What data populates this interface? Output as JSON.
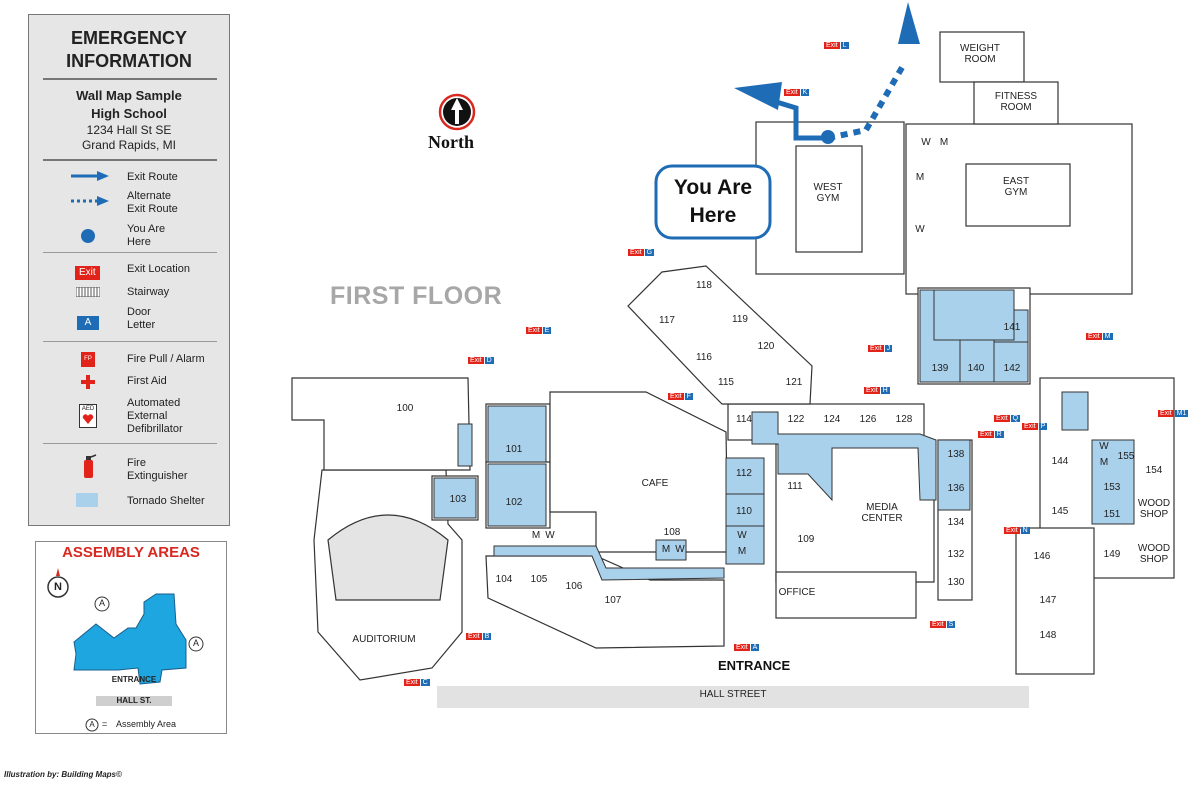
{
  "legend": {
    "title_line1": "EMERGENCY",
    "title_line2": "INFORMATION",
    "school_line1": "Wall Map Sample",
    "school_line2": "High School",
    "address_line1": "1234 Hall St SE",
    "address_line2": "Grand Rapids, MI",
    "items": {
      "exit_route": "Exit Route",
      "alternate_1": "Alternate",
      "alternate_2": "Exit Route",
      "you_are_1": "You Are",
      "you_are_2": "Here",
      "exit_location": "Exit Location",
      "exit_tag": "Exit",
      "stairway": "Stairway",
      "door_1": "Door",
      "door_2": "Letter",
      "door_tag": "A",
      "fire_pull": "Fire Pull / Alarm",
      "fire_pull_tag": "FP",
      "first_aid": "First Aid",
      "aed_1": "Automated",
      "aed_2": "External",
      "aed_3": "Defibrillator",
      "aed_tag": "AED",
      "ext_1": "Fire",
      "ext_2": "Extinguisher",
      "tornado": "Tornado Shelter"
    }
  },
  "assembly": {
    "title": "ASSEMBLY AREAS",
    "north": "N",
    "marker": "A",
    "entrance": "ENTRANCE",
    "street": "HALL ST.",
    "key_eq": "=",
    "key_label": "Assembly Area"
  },
  "map": {
    "floor": "FIRST FLOOR",
    "north": "North",
    "you_are_here_1": "You Are",
    "you_are_here_2": "Here",
    "entrance": "ENTRANCE",
    "street": "HALL STREET",
    "credit": "Illustration by: Building Maps©",
    "exit_word": "Exit"
  },
  "rooms": {
    "weight_1": "WEIGHT",
    "weight_2": "ROOM",
    "fitness_1": "FITNESS",
    "fitness_2": "ROOM",
    "west_gym_1": "WEST",
    "west_gym_2": "GYM",
    "east_gym_1": "EAST",
    "east_gym_2": "GYM",
    "media_1": "MEDIA",
    "media_2": "CENTER",
    "wood1_1": "WOOD",
    "wood1_2": "SHOP",
    "wood2_1": "WOOD",
    "wood2_2": "SHOP",
    "cafe": "CAFE",
    "office": "OFFICE",
    "auditorium": "AUDITORIUM",
    "w": "W",
    "m": "M",
    "r100": "100",
    "r101": "101",
    "r102": "102",
    "r103": "103",
    "r104": "104",
    "r105": "105",
    "r106": "106",
    "r107": "107",
    "r108": "108",
    "r109": "109",
    "r110": "110",
    "r111": "111",
    "r112": "112",
    "r114": "114",
    "r115": "115",
    "r116": "116",
    "r117": "117",
    "r118": "118",
    "r119": "119",
    "r120": "120",
    "r121": "121",
    "r122": "122",
    "r124": "124",
    "r126": "126",
    "r128": "128",
    "r130": "130",
    "r132": "132",
    "r134": "134",
    "r136": "136",
    "r138": "138",
    "r139": "139",
    "r140": "140",
    "r141": "141",
    "r142": "142",
    "r144": "144",
    "r145": "145",
    "r146": "146",
    "r147": "147",
    "r148": "148",
    "r149": "149",
    "r151": "151",
    "r153": "153",
    "r154": "154",
    "r155": "155"
  },
  "doors": {
    "A": "A",
    "B": "B",
    "C": "C",
    "D": "D",
    "E": "E",
    "F": "F",
    "G": "G",
    "H": "H",
    "J": "J",
    "K": "K",
    "L": "L",
    "M": "M",
    "M1": "M1",
    "N": "N",
    "P": "P",
    "Q": "Q",
    "R": "R",
    "S": "S"
  },
  "colors": {
    "exit_route": "#1f6cb6",
    "tornado_shelter": "#a9d1ec",
    "exit_tag": "#e2231a",
    "door_tag": "#1f6cb6",
    "assembly_title": "#d8281f"
  }
}
